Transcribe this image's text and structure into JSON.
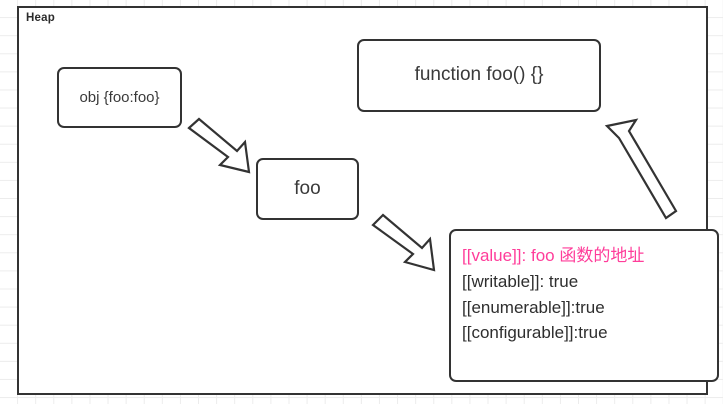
{
  "diagram": {
    "container": {
      "label": "Heap"
    },
    "nodes": [
      {
        "id": "obj",
        "label": "obj {foo:foo}"
      },
      {
        "id": "foo",
        "label": "foo"
      },
      {
        "id": "function",
        "label": "function foo() {}"
      }
    ],
    "descriptor": {
      "lines": [
        {
          "text": "[[value]]: foo 函数的地址",
          "accent": true
        },
        {
          "text": "[[writable]]: true",
          "accent": false
        },
        {
          "text": "[[enumerable]]:true",
          "accent": false
        },
        {
          "text": "[[configurable]]:true",
          "accent": false
        }
      ]
    },
    "arrows": [
      {
        "id": "obj-to-foo",
        "from": "obj",
        "to": "foo",
        "direction": "down-right"
      },
      {
        "id": "foo-to-desc",
        "from": "foo",
        "to": "descriptor",
        "direction": "down-right"
      },
      {
        "id": "desc-to-func",
        "from": "descriptor",
        "to": "function",
        "direction": "up-left"
      }
    ],
    "colors": {
      "stroke": "#333333",
      "text": "#2e2e2e",
      "accent": "#ff3d9a",
      "grid": "#ececec",
      "background": "#ffffff"
    }
  }
}
